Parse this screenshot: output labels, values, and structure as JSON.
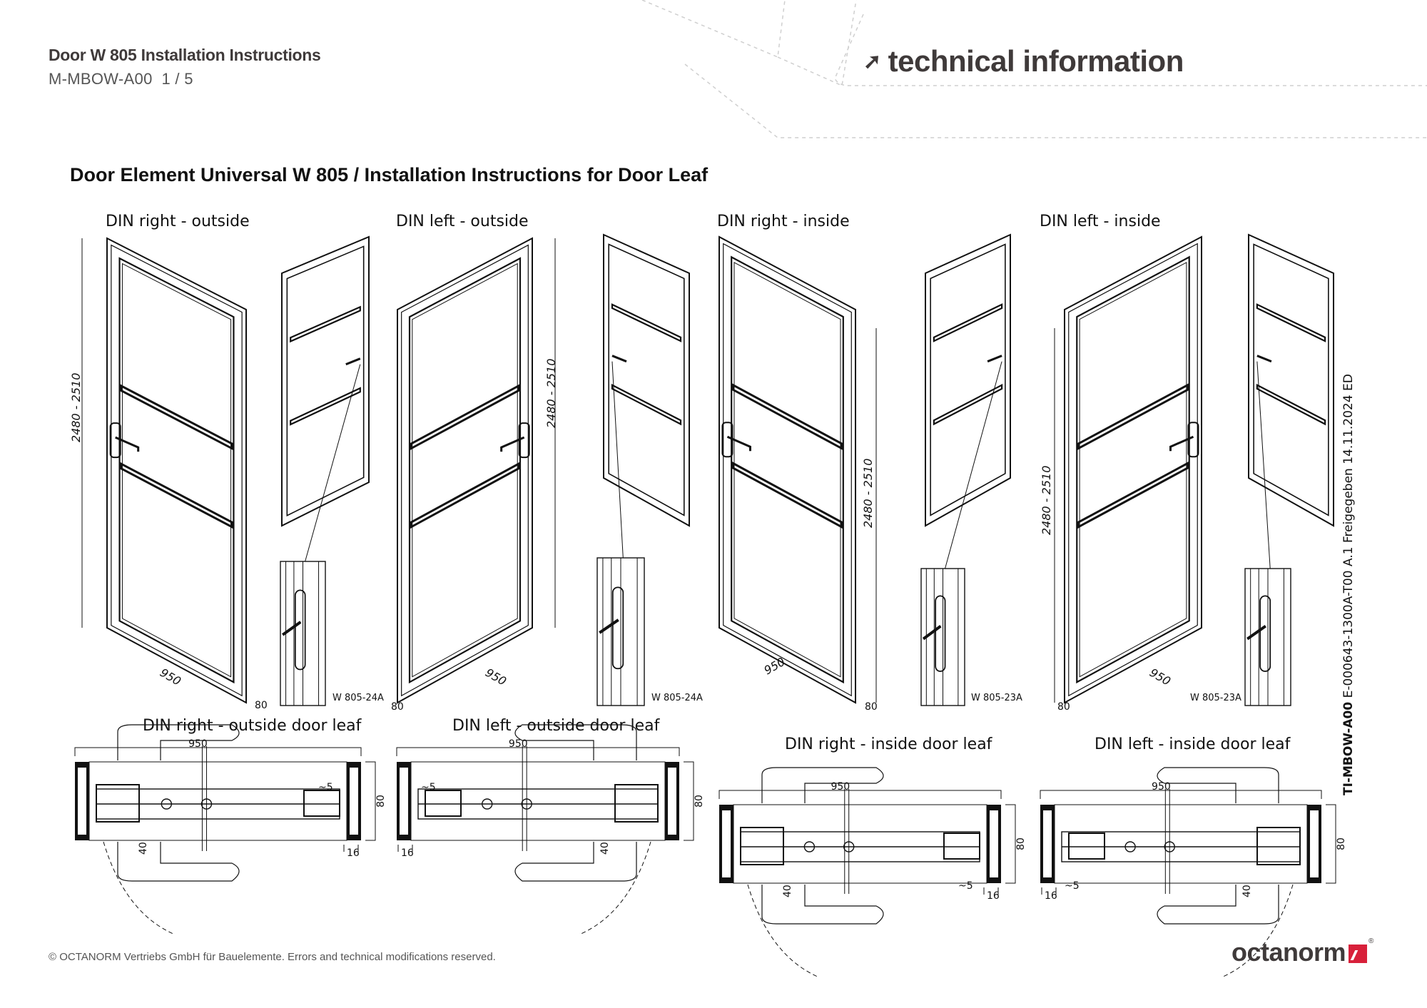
{
  "header": {
    "title": "Door W 805 Installation Instructions",
    "doc_code": "M-MBOW-A00",
    "page": "1 / 5",
    "section_label": "technical information",
    "section_icon": "arrow-up-right-icon"
  },
  "main_title": "Door Element Universal W 805 / Installation Instructions for Door Leaf",
  "views": [
    {
      "label": "DIN right - outside",
      "height_dim": "2480 - 2510",
      "width_dim": "950",
      "depth_dim": "80",
      "part": "W 805-24A"
    },
    {
      "label": "DIN left - outside",
      "height_dim": "2480 - 2510",
      "width_dim": "950",
      "depth_dim": "80",
      "part": "W 805-24A"
    },
    {
      "label": "DIN right - inside",
      "height_dim": "2480 - 2510",
      "width_dim": "950",
      "depth_dim": "80",
      "part": "W 805-23A"
    },
    {
      "label": "DIN left - inside",
      "height_dim": "2480 - 2510",
      "width_dim": "950",
      "depth_dim": "80",
      "part": "W 805-23A"
    }
  ],
  "sections": [
    {
      "label": "DIN right - outside door leaf",
      "width": "950",
      "depth": "80",
      "handle": "40",
      "gap": "~5",
      "profile": "16"
    },
    {
      "label": "DIN left - outside door leaf",
      "width": "950",
      "depth": "80",
      "handle": "40",
      "gap": "~5",
      "profile": "16"
    },
    {
      "label": "DIN right - inside door leaf",
      "width": "950",
      "depth": "80",
      "handle": "40",
      "gap": "~5",
      "profile": "16"
    },
    {
      "label": "DIN left - inside door leaf",
      "width": "950",
      "depth": "80",
      "handle": "40",
      "gap": "~5",
      "profile": "16"
    }
  ],
  "side_note": {
    "code": "TI-MBOW-A00",
    "text": "E-000643-1300A-T00 A.1 Freigegeben 14.11.2024 ED"
  },
  "footer": {
    "copyright": "© OCTANORM Vertriebs GmbH für Bauelemente. Errors and technical modifications reserved."
  },
  "logo": {
    "text": "octanorm",
    "accent": "#d8203a"
  }
}
